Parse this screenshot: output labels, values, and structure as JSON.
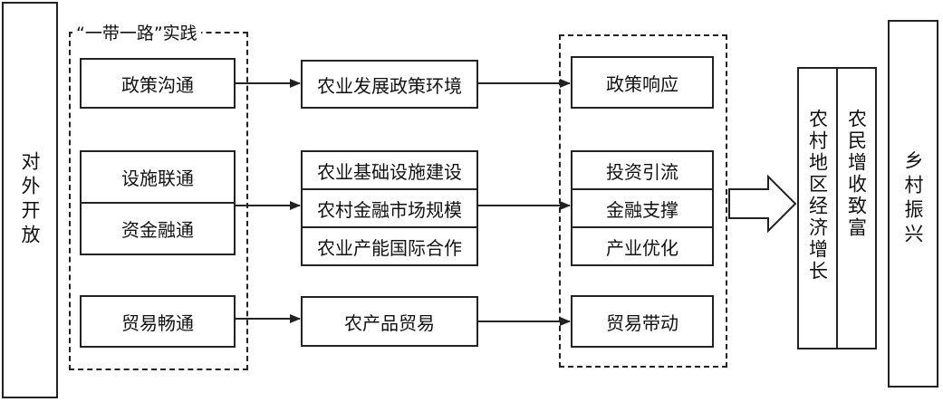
{
  "left": {
    "label": "对外开放"
  },
  "initiative": {
    "label": "“一带一路”实践"
  },
  "policy": {
    "source": "政策沟通",
    "middle": "农业发展政策环境",
    "effect": "政策响应"
  },
  "infra_finance": {
    "sources": [
      "设施联通",
      "资金融通"
    ],
    "middle": [
      "农业基础设施建设",
      "农村金融市场规模",
      "农业产能国际合作"
    ],
    "effects": [
      "投资引流",
      "金融支撑",
      "产业优化"
    ]
  },
  "trade": {
    "source": "贸易畅通",
    "middle": "农产品贸易",
    "effect": "贸易带动"
  },
  "outcomes": [
    "农村地区经济增长",
    "农民增收致富"
  ],
  "right": {
    "label": "乡村振兴"
  }
}
